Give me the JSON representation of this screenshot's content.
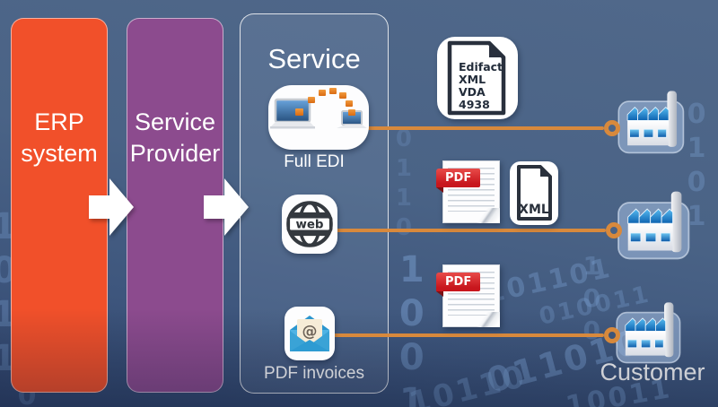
{
  "pipeline": {
    "erp_label": "ERP\nsystem",
    "provider_label": "Service\nProvider"
  },
  "service_panel": {
    "title": "Service",
    "full_edi_label": "Full EDI",
    "web_text": "web",
    "at_sign": "@",
    "pdf_invoices_label": "PDF invoices"
  },
  "documents": {
    "edifact_lines": [
      "Edifact",
      "XML",
      "VDA",
      "4938"
    ],
    "pdf_badge": "PDF",
    "xml_label": "XML"
  },
  "customer_label": "Customer",
  "background": {
    "streams": [
      "1011",
      "0100",
      "1001",
      "0110",
      "10110",
      "101101",
      "0110100",
      "10011",
      "0101",
      "010011",
      "100",
      "01"
    ]
  },
  "colors": {
    "orange": "#f1502a",
    "purple": "#8c4b8e",
    "connector": "#d8893c",
    "pdf_red": "#cf1d24",
    "digit": "#7fa6d8"
  }
}
